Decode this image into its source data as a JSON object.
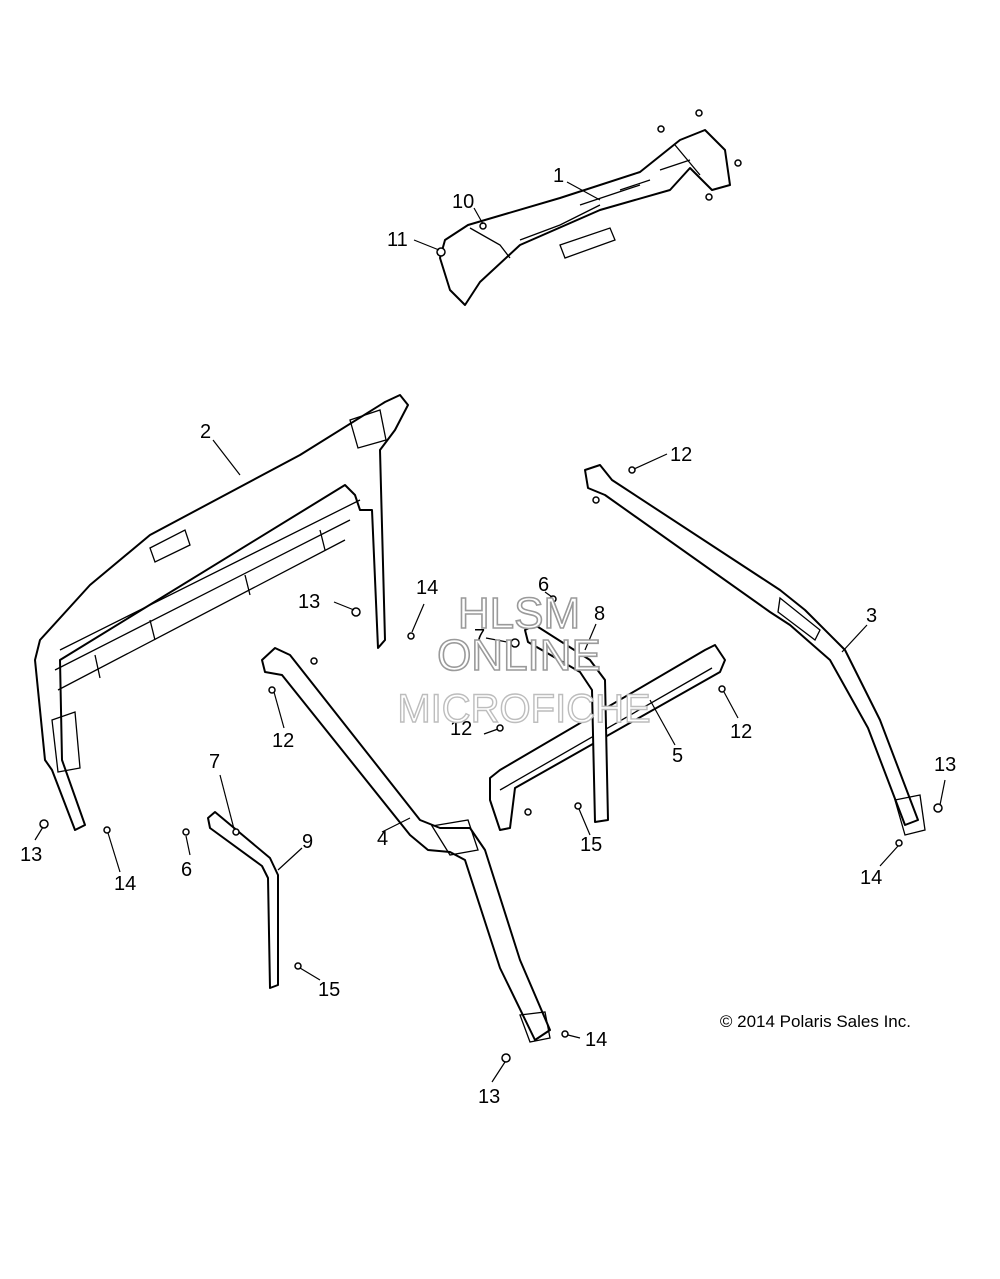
{
  "callouts": {
    "c1": "1",
    "c2": "2",
    "c3": "3",
    "c4": "4",
    "c5": "5",
    "c6a": "6",
    "c6b": "6",
    "c7a": "7",
    "c7b": "7",
    "c8": "8",
    "c9": "9",
    "c10": "10",
    "c11": "11",
    "c12a": "12",
    "c12b": "12",
    "c12c": "12",
    "c12d": "12",
    "c13a": "13",
    "c13b": "13",
    "c13c": "13",
    "c13d": "13",
    "c14a": "14",
    "c14b": "14",
    "c14c": "14",
    "c14d": "14",
    "c15a": "15",
    "c15b": "15"
  },
  "watermark": {
    "line1": "HLSM",
    "line2": "ONLINE",
    "line3": "MICROFICHE"
  },
  "copyright": "© 2014 Polaris Sales Inc."
}
